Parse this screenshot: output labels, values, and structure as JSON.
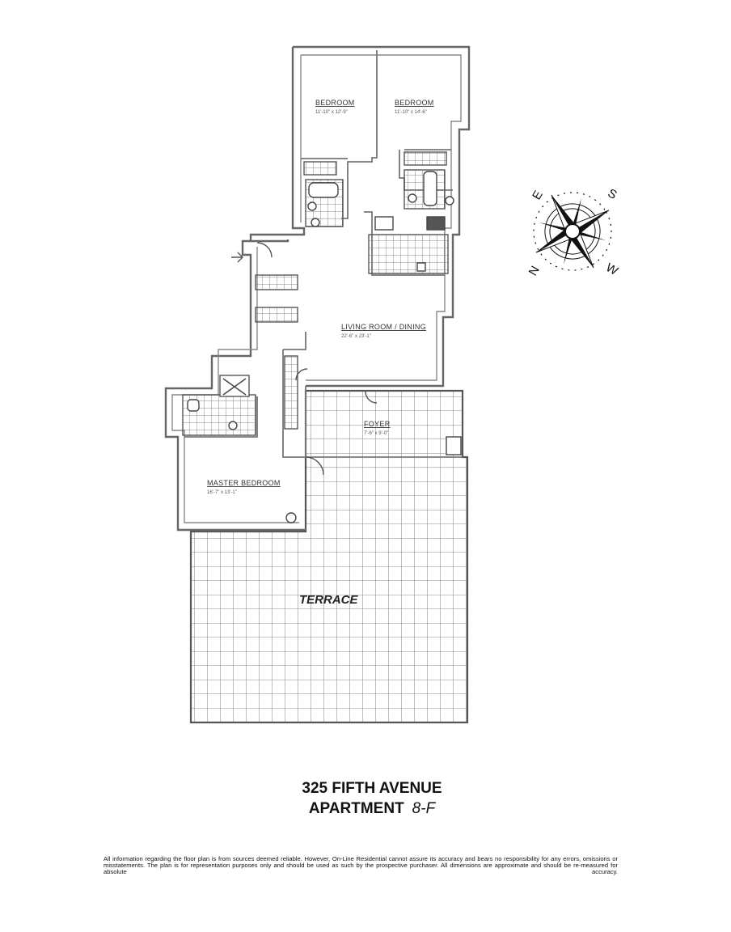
{
  "rooms": {
    "bedroom_1": {
      "label": "BEDROOM",
      "dims": "11'-10\" x 12'-9\""
    },
    "bedroom_2": {
      "label": "BEDROOM",
      "dims": "11'-10\" x 14'-6\""
    },
    "living": {
      "label": "LIVING ROOM / DINING",
      "dims": "22'-6\" x 23'-1\""
    },
    "foyer": {
      "label": "FOYER",
      "dims": "7'-6\" x 9'-0\""
    },
    "master": {
      "label": "MASTER BEDROOM",
      "dims": "16'-7\" x 13'-1\""
    },
    "terrace": {
      "label": "TERRACE"
    }
  },
  "compass": {
    "n": "N",
    "e": "E",
    "s": "S",
    "w": "W"
  },
  "title": {
    "address": "325 FIFTH AVENUE",
    "apartment_label": "APARTMENT",
    "apartment_number": "8-F"
  },
  "disclaimer": "All information regarding the floor plan is from sources deemed reliable. However, On-Line Residential cannot assure its accuracy and bears no responsibility for any errors, omissions or misstatements. The plan is for representation purposes only and should be used as such by the prospective purchaser. All dimensions are approximate and should be re-measured for absolute accuracy."
}
